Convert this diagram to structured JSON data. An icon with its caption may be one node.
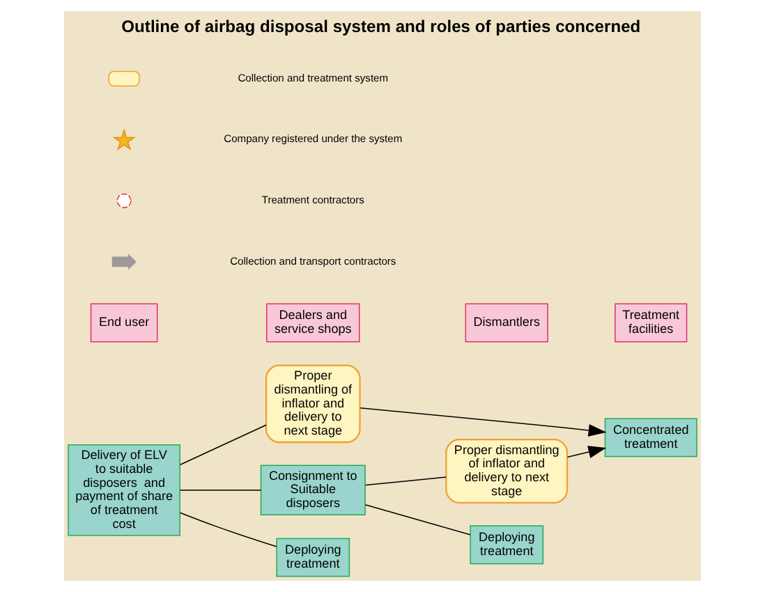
{
  "diagram": {
    "title": "Outline of airbag disposal system and roles of parties concerned",
    "nodes": [
      {
        "text": [
          "End user"
        ]
      },
      {
        "text": [
          "Dealers and service shops"
        ]
      },
      {
        "text": [
          "Dismantlers"
        ]
      },
      {
        "text": [
          "Treatment facilities"
        ]
      },
      {
        "text": [
          "Delivery of ELV to suitable disposers  and payment of share of treatment cost"
        ]
      },
      {
        "text": [
          "Proper dismantling of inflator and delivery to next stage"
        ]
      },
      {
        "text": [
          "Consignment to Suitable disposers"
        ]
      },
      {
        "text": [
          "Deploying treatment"
        ]
      },
      {
        "text": [
          "Proper dismantling of inflator and delivery to next stage"
        ]
      },
      {
        "text": [
          "Concentrated treatment"
        ]
      },
      {
        "text": [
          "Deploying treatment"
        ]
      }
    ],
    "edges": [
      {
        "from": 4,
        "to": 5,
        "arrow": "none"
      },
      {
        "from": 4,
        "to": 6,
        "arrow": "none"
      },
      {
        "from": 4,
        "to": 7,
        "arrow": "none"
      },
      {
        "from": 5,
        "to": 9,
        "arrow": "to"
      },
      {
        "from": 6,
        "to": 8,
        "arrow": "none"
      },
      {
        "from": 6,
        "to": 10,
        "arrow": "none"
      },
      {
        "from": 8,
        "to": 9,
        "arrow": "to"
      }
    ],
    "legend": [
      {
        "text": "Collection and treatment system"
      },
      {
        "text": "Company registered under the system"
      },
      {
        "text": "Treatment contractors"
      },
      {
        "text": "Collection and transport contractors"
      }
    ]
  }
}
